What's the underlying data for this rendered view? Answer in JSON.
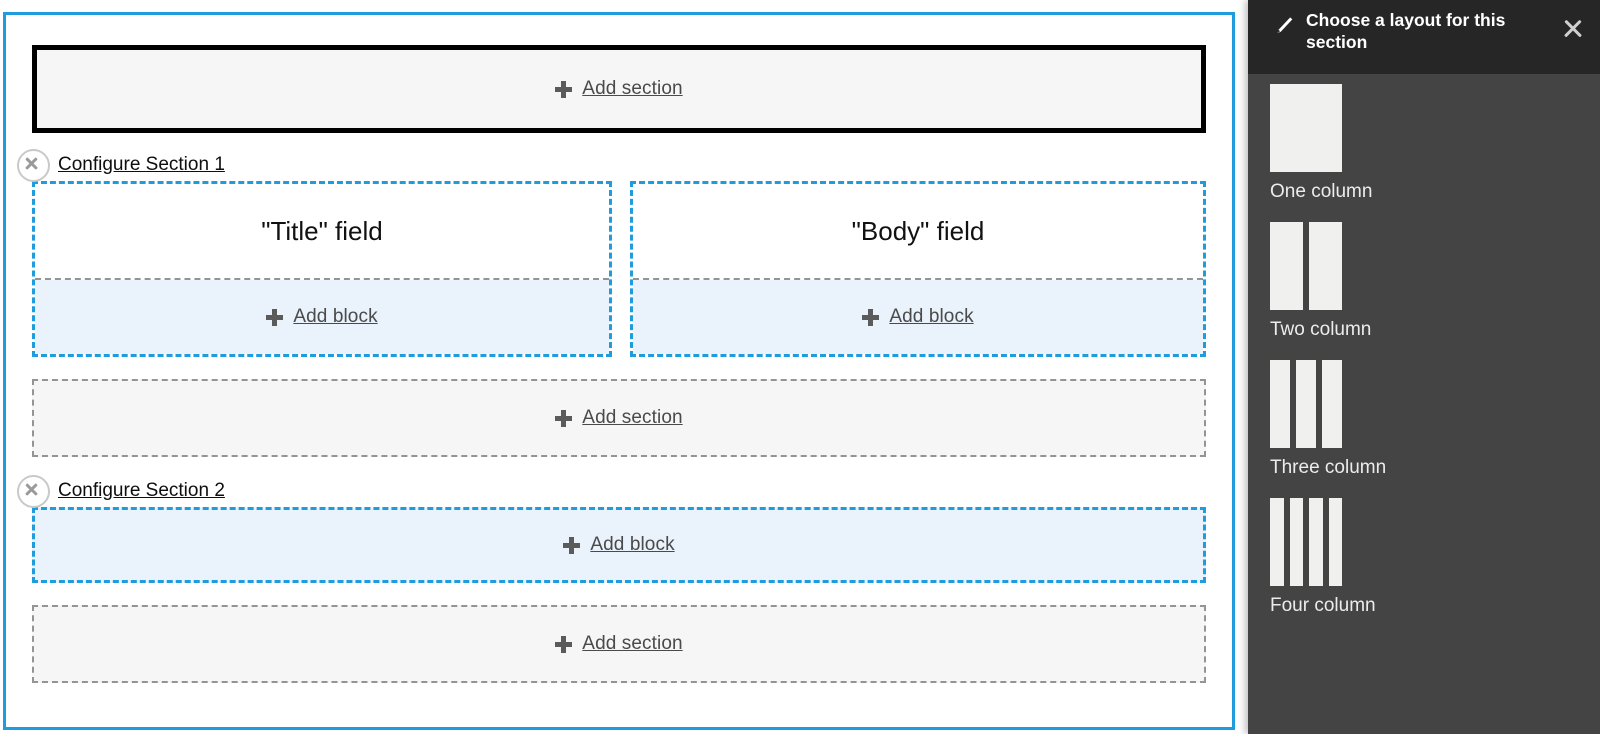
{
  "canvas": {
    "top_add_section": {
      "icon": "plus-icon",
      "label": "Add section",
      "state": "active"
    },
    "sections": [
      {
        "configure_label": "Configure Section 1",
        "remove_icon": "close-circle-icon",
        "columns": [
          {
            "field_label": "\"Title\" field",
            "add_block_label": "Add block",
            "add_block_icon": "plus-icon"
          },
          {
            "field_label": "\"Body\" field",
            "add_block_label": "Add block",
            "add_block_icon": "plus-icon"
          }
        ]
      },
      {
        "configure_label": "Configure Section 2",
        "remove_icon": "close-circle-icon",
        "add_block_label": "Add block",
        "add_block_icon": "plus-icon"
      }
    ],
    "middle_add_section": {
      "icon": "plus-icon",
      "label": "Add section"
    },
    "bottom_add_section": {
      "icon": "plus-icon",
      "label": "Add section"
    }
  },
  "sidebar": {
    "header": {
      "icon": "pencil-icon",
      "title": "Choose a layout for this section",
      "close_icon": "close-icon"
    },
    "layouts": [
      {
        "label": "One column",
        "columns": 1
      },
      {
        "label": "Two column",
        "columns": 2
      },
      {
        "label": "Three column",
        "columns": 3
      },
      {
        "label": "Four column",
        "columns": 4
      }
    ]
  },
  "colors": {
    "accent_blue": "#1f9cdd",
    "block_fill": "#eaf3fb",
    "section_fill": "#f6f6f6",
    "sidebar_bg": "#444444",
    "sidebar_header_bg": "#262626"
  }
}
